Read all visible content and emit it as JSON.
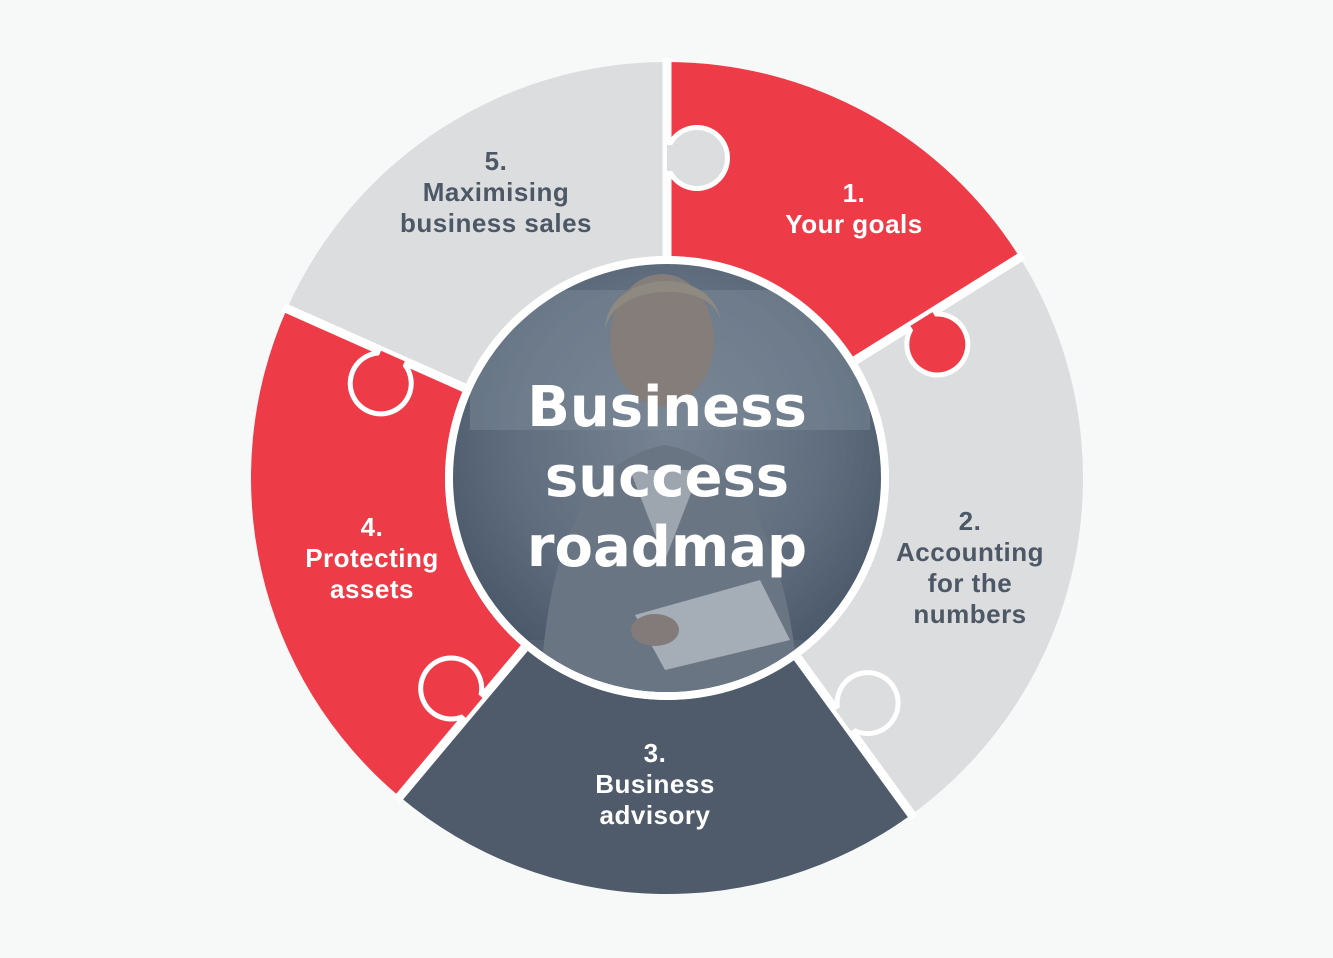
{
  "center": {
    "title_lines": [
      "Business",
      "success",
      "roadmap"
    ]
  },
  "segments": [
    {
      "number": "1.",
      "lines": [
        "Your goals"
      ],
      "color": "#ee3b48",
      "text_color": "#ffffff"
    },
    {
      "number": "2.",
      "lines": [
        "Accounting",
        "for the",
        "numbers"
      ],
      "color": "#dcdddf",
      "text_color": "#4d5866"
    },
    {
      "number": "3.",
      "lines": [
        "Business",
        "advisory"
      ],
      "color": "#4f5b6b",
      "text_color": "#ffffff"
    },
    {
      "number": "4.",
      "lines": [
        "Protecting",
        "assets"
      ],
      "color": "#ee3b48",
      "text_color": "#ffffff"
    },
    {
      "number": "5.",
      "lines": [
        "Maximising",
        "business sales"
      ],
      "color": "#dcdddf",
      "text_color": "#4d5866"
    }
  ],
  "colors": {
    "background": "#f7f8f8",
    "divider": "#ffffff",
    "photo_tint": "#4a5a6e"
  }
}
